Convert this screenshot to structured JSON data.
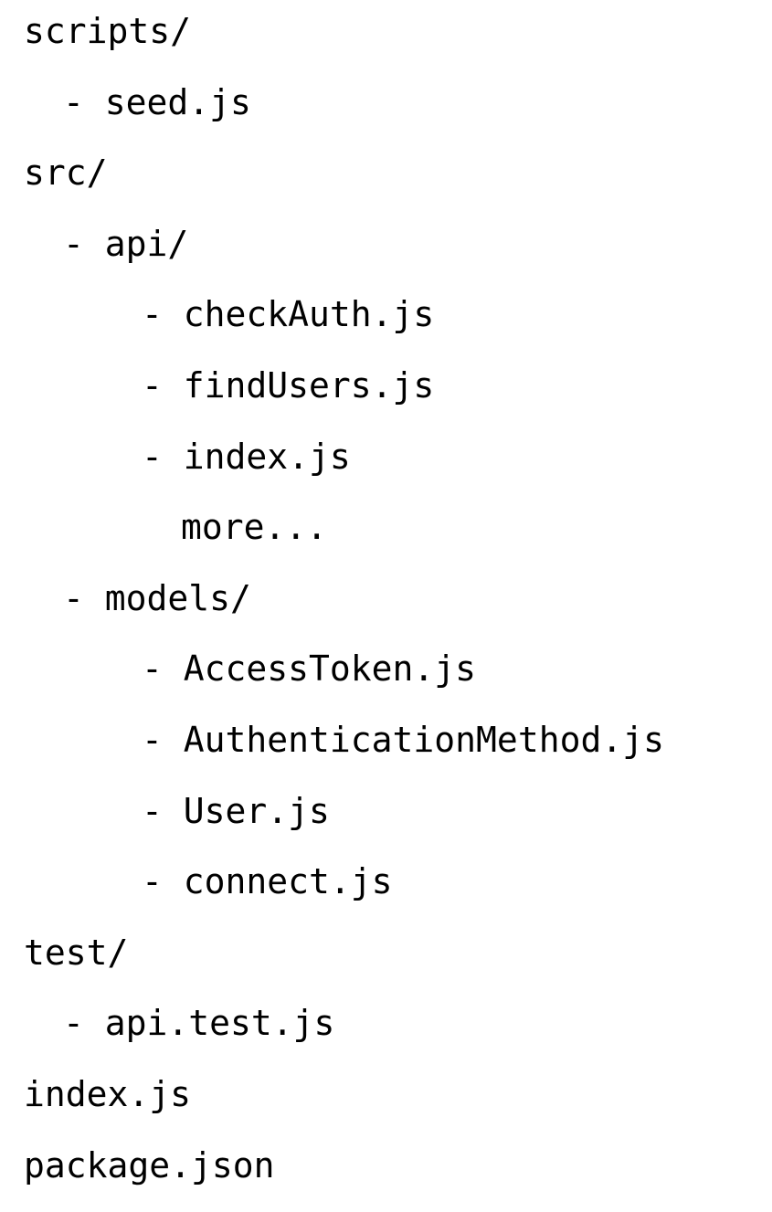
{
  "tree": [
    {
      "depth": 0,
      "label": "scripts/",
      "dash": ""
    },
    {
      "depth": 1,
      "label": "seed.js",
      "dash": "- "
    },
    {
      "depth": 0,
      "label": "src/",
      "dash": ""
    },
    {
      "depth": 1,
      "label": "api/",
      "dash": "- "
    },
    {
      "depth": 2,
      "label": "checkAuth.js",
      "dash": "- "
    },
    {
      "depth": 2,
      "label": "findUsers.js",
      "dash": "- "
    },
    {
      "depth": 2,
      "label": "index.js",
      "dash": "- "
    },
    {
      "depth": 2,
      "label": "more...",
      "dash": ""
    },
    {
      "depth": 1,
      "label": "models/",
      "dash": "- "
    },
    {
      "depth": 2,
      "label": "AccessToken.js",
      "dash": "- "
    },
    {
      "depth": 2,
      "label": "AuthenticationMethod.js",
      "dash": "- "
    },
    {
      "depth": 2,
      "label": "User.js",
      "dash": "- "
    },
    {
      "depth": 2,
      "label": "connect.js",
      "dash": "- "
    },
    {
      "depth": 0,
      "label": "test/",
      "dash": ""
    },
    {
      "depth": 1,
      "label": "api.test.js",
      "dash": "- "
    },
    {
      "depth": 0,
      "label": "index.js",
      "dash": ""
    },
    {
      "depth": 0,
      "label": "package.json",
      "dash": ""
    }
  ]
}
